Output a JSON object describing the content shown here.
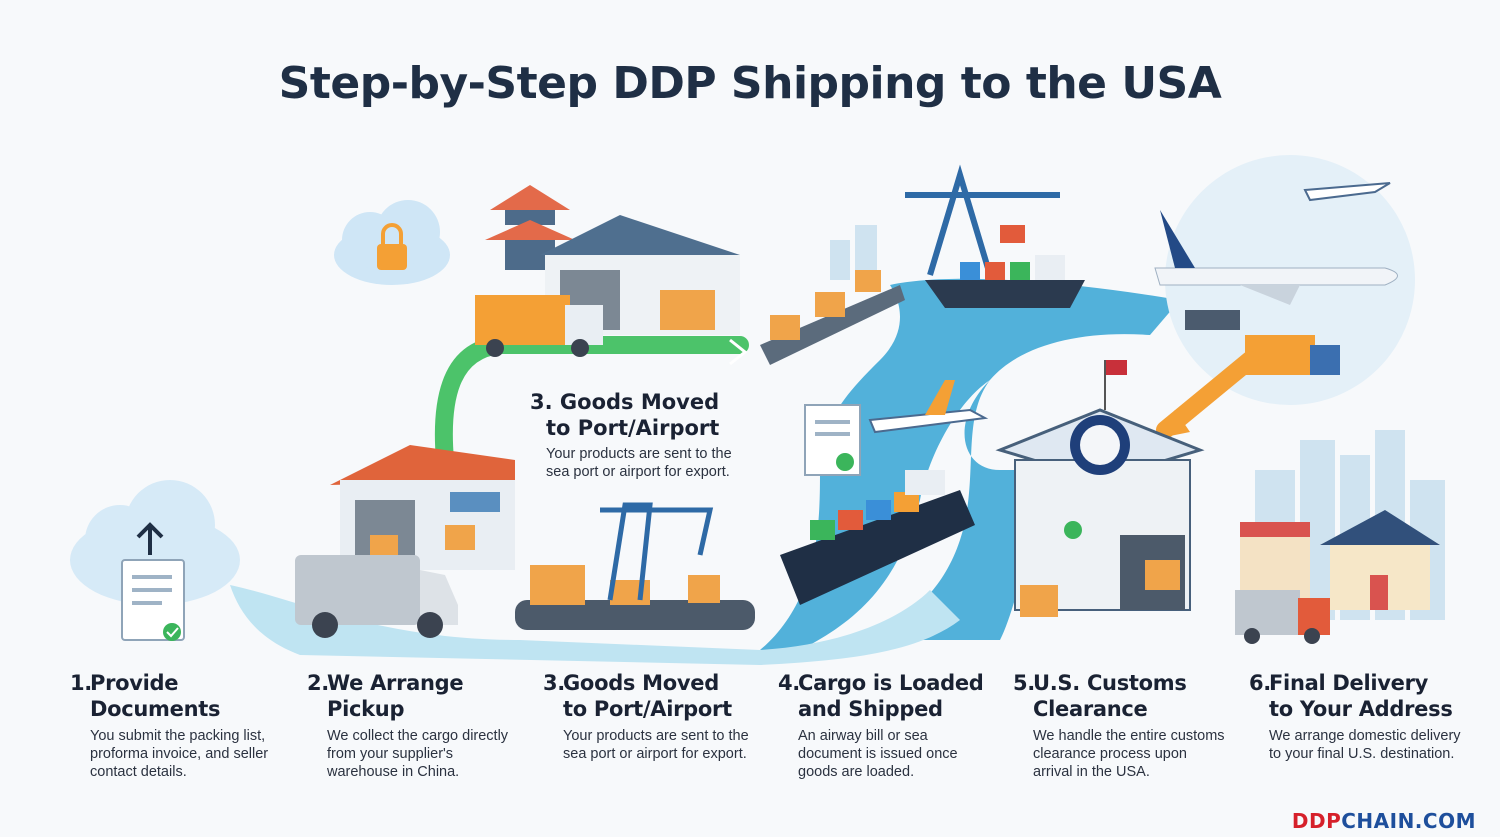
{
  "title": "Step-by-Step DDP Shipping to the USA",
  "steps": [
    {
      "num": "1.",
      "line1": "Provide",
      "line2": "Documents",
      "desc": "You submit the packing list, proforma invoice, and seller contact details."
    },
    {
      "num": "2.",
      "line1": "We Arrange",
      "line2": "Pickup",
      "desc": "We collect the cargo directly from your supplier's warehouse in China."
    },
    {
      "num": "3.",
      "line1": "Goods Moved",
      "line2": "to Port/Airport",
      "desc": "Your products are sent to the sea port or airport for export."
    },
    {
      "num": "4.",
      "line1": "Cargo is Loaded",
      "line2": "and Shipped",
      "desc": "An airway bill or sea document is issued once goods are loaded."
    },
    {
      "num": "5.",
      "line1": "U.S. Customs",
      "line2": "Clearance",
      "desc": "We handle the entire customs clearance process upon arrival in the USA."
    },
    {
      "num": "6.",
      "line1": "Final Delivery",
      "line2": "to Your Address",
      "desc": "We arrange domestic delivery to your final U.S. destination."
    }
  ],
  "floating_step": {
    "line1": "3. Goods Moved",
    "line2": "to Port/Airport",
    "desc": "Your products are sent to the sea port or airport for export."
  },
  "brand": {
    "part1": "DDP",
    "part2": "CHAIN.COM"
  },
  "colors": {
    "river": "#3fa9d6",
    "road_green": "#4cc36a",
    "accent_orange": "#f4a035",
    "title": "#1f2f45",
    "brand_red": "#d6202a",
    "brand_blue": "#1e4f9c"
  }
}
